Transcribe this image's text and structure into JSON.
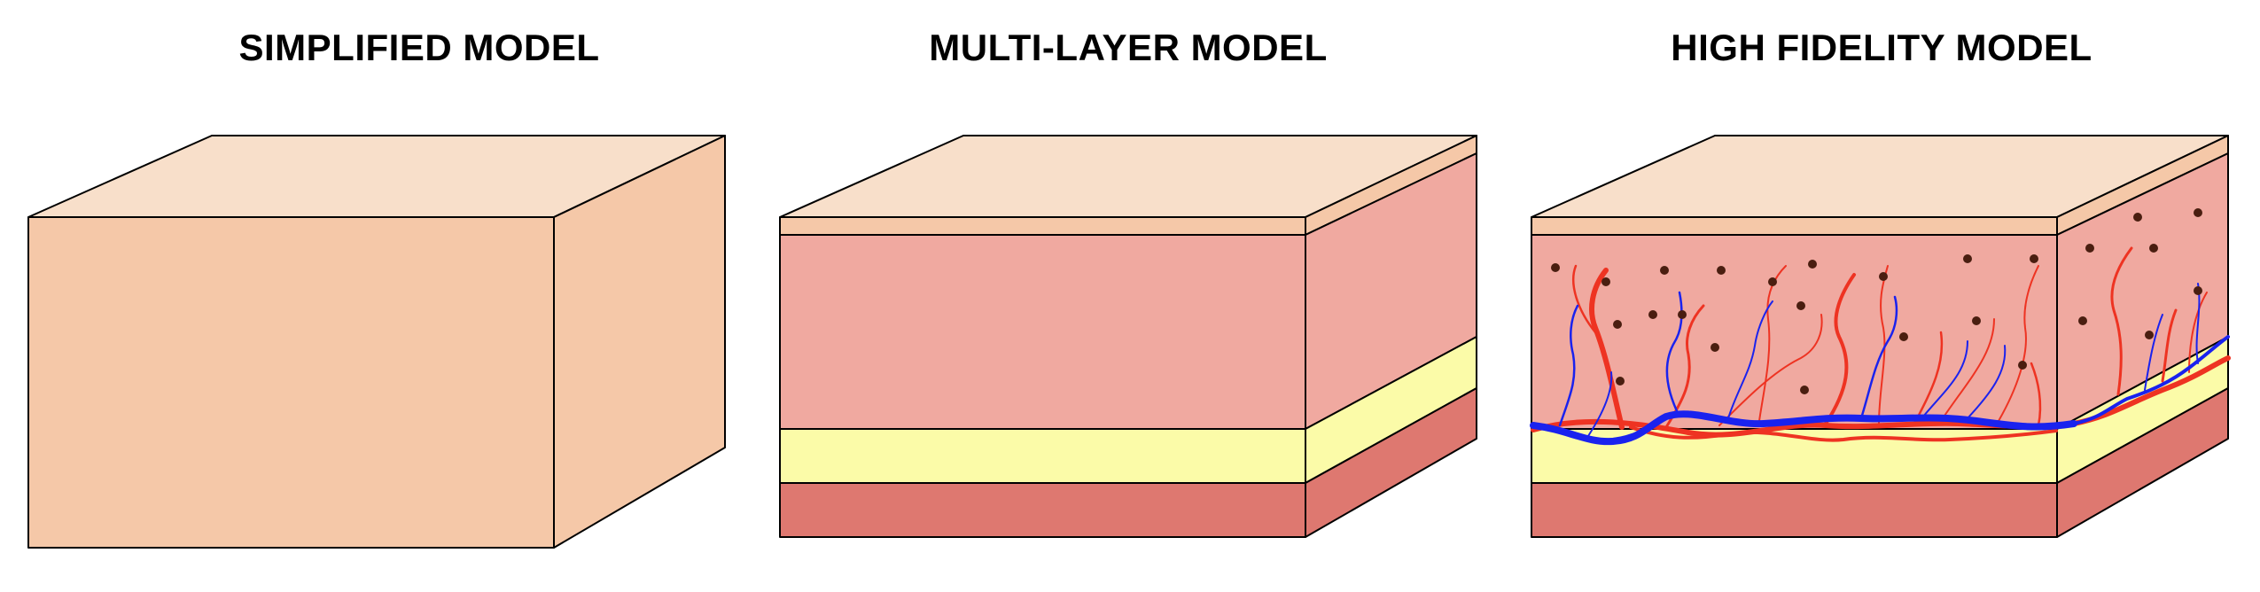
{
  "titles": {
    "simplified": "SIMPLIFIED MODEL",
    "multi_layer": "MULTI-LAYER MODEL",
    "high_fidelity": "HIGH FIDELITY MODEL"
  },
  "colors": {
    "simplified_top": "#f8dfca",
    "simplified_front": "#f5c8a8",
    "epidermis": "#f5c8a8",
    "epidermis_top": "#f8dfca",
    "dermis": "#f0a9a0",
    "fat": "#fbfba8",
    "muscle": "#de7870",
    "artery": "#ee3322",
    "vein": "#1a22ee",
    "cell": "#4a1e10",
    "outline": "#000000"
  }
}
